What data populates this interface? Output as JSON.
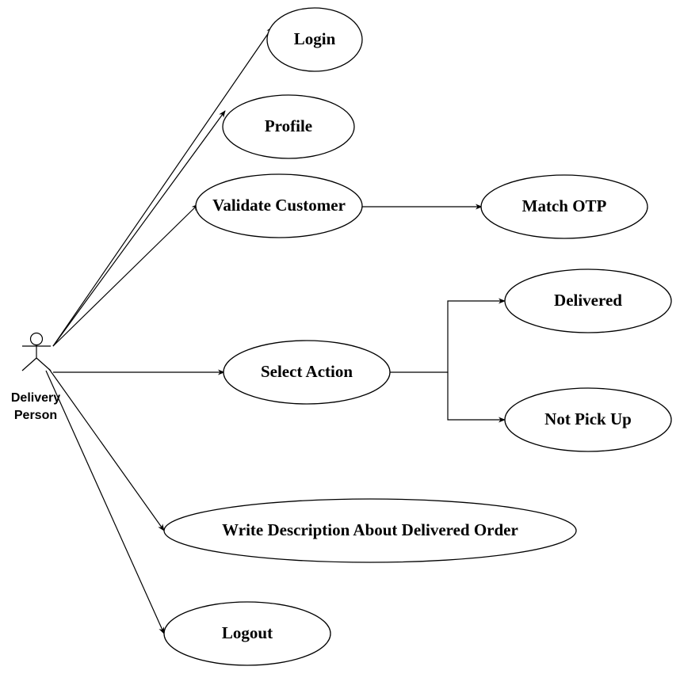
{
  "actor": {
    "label_line1": "Delivery",
    "label_line2": "Person"
  },
  "use_cases": {
    "login": "Login",
    "profile": "Profile",
    "validate_customer": "Validate Customer",
    "match_otp": "Match OTP",
    "select_action": "Select Action",
    "delivered": "Delivered",
    "not_pick_up": "Not Pick Up",
    "write_description": "Write Description About Delivered Order",
    "logout": "Logout"
  },
  "colors": {
    "stroke": "#000000",
    "fill": "#ffffff"
  }
}
